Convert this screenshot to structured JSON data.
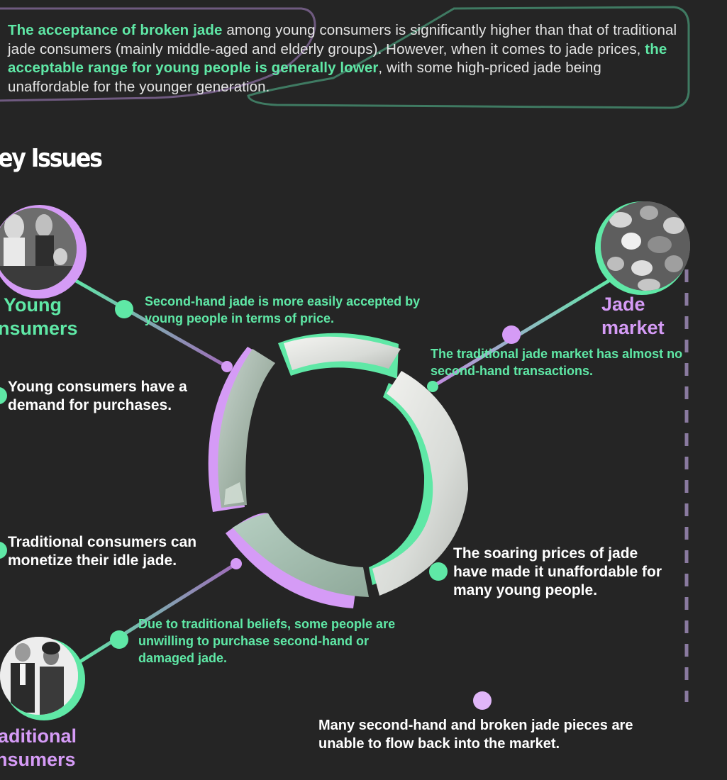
{
  "intro": {
    "highlight1": "The acceptance of broken jade",
    "text1": " among young consumers is significantly higher than that of traditional jade consumers (mainly middle-aged and elderly groups). However, when it comes to jade prices, ",
    "highlight2": "the acceptable range for young people is generally lower",
    "text2": ", with some high-priced jade being unaffordable for the younger generation."
  },
  "heading": "ey Issues",
  "nodes": {
    "young": {
      "line1": "Young",
      "line2": "nsumers"
    },
    "market": {
      "line1": "Jade",
      "line2": "market"
    },
    "traditional": {
      "line1": "aditional",
      "line2": "nsumers"
    }
  },
  "notes": {
    "secondhand_price": "Second-hand jade is more easily accepted by young people in terms of price.",
    "no_secondhand": "The traditional jade market has almost no second-hand transactions.",
    "young_demand": "Young consumers have a demand for purchases.",
    "monetize": "Traditional consumers can monetize their idle jade.",
    "soaring_prices": "The soaring prices of jade have made it unaffordable for many young people.",
    "beliefs": "Due to traditional beliefs, some people are unwilling to purchase second-hand or damaged jade.",
    "flow_back": "Many second-hand and broken jade pieces are unable to flow back into the market."
  },
  "colors": {
    "green": "#5fe8a6",
    "purple": "#d59bf6",
    "background": "#252525",
    "dash_green": "#5b8a78",
    "dash_purple": "#8a7aa0"
  }
}
